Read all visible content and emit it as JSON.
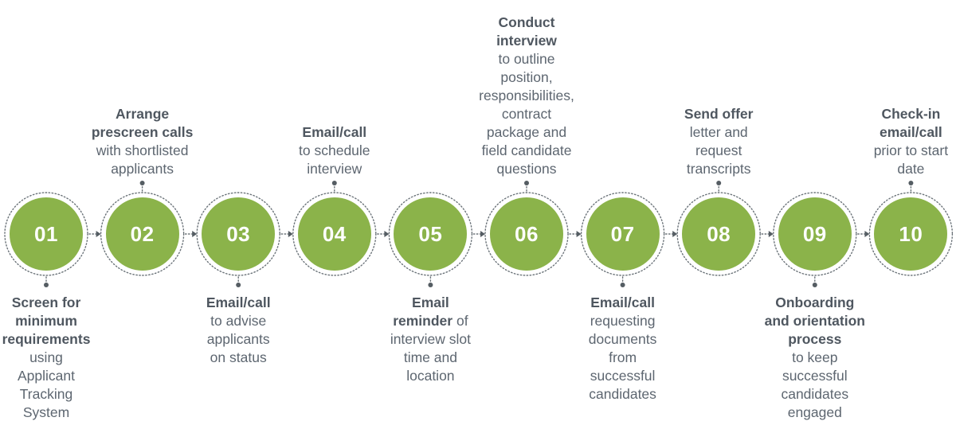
{
  "colors": {
    "node": "#8bb34a",
    "ring": "#6b7379",
    "text": "#5d6670",
    "bold": "#4f5760"
  },
  "steps": [
    {
      "num": "01",
      "pos": "below",
      "lines": [
        [
          {
            "b": "Screen for"
          }
        ],
        [
          {
            "b": "minimum"
          }
        ],
        [
          {
            "b": "requirements"
          }
        ],
        [
          {
            "t": "using"
          }
        ],
        [
          {
            "t": "Applicant"
          }
        ],
        [
          {
            "t": "Tracking"
          }
        ],
        [
          {
            "t": "System"
          }
        ]
      ]
    },
    {
      "num": "02",
      "pos": "above",
      "lines": [
        [
          {
            "b": "Arrange"
          }
        ],
        [
          {
            "b": "prescreen calls"
          }
        ],
        [
          {
            "t": "with shortlisted"
          }
        ],
        [
          {
            "t": "applicants"
          }
        ]
      ]
    },
    {
      "num": "03",
      "pos": "below",
      "lines": [
        [
          {
            "b": "Email/call"
          }
        ],
        [
          {
            "t": "to advise"
          }
        ],
        [
          {
            "t": "applicants"
          }
        ],
        [
          {
            "t": "on status"
          }
        ]
      ]
    },
    {
      "num": "04",
      "pos": "above",
      "lines": [
        [
          {
            "b": "Email/call"
          }
        ],
        [
          {
            "t": "to schedule"
          }
        ],
        [
          {
            "t": "interview"
          }
        ]
      ]
    },
    {
      "num": "05",
      "pos": "below",
      "lines": [
        [
          {
            "b": "Email"
          }
        ],
        [
          {
            "b": "reminder"
          },
          {
            "t": " of"
          }
        ],
        [
          {
            "t": "interview slot"
          }
        ],
        [
          {
            "t": "time and"
          }
        ],
        [
          {
            "t": "location"
          }
        ]
      ]
    },
    {
      "num": "06",
      "pos": "above",
      "lines": [
        [
          {
            "b": "Conduct"
          }
        ],
        [
          {
            "b": "interview"
          }
        ],
        [
          {
            "t": "to outline"
          }
        ],
        [
          {
            "t": "position,"
          }
        ],
        [
          {
            "t": "responsibilities,"
          }
        ],
        [
          {
            "t": "contract"
          }
        ],
        [
          {
            "t": "package and"
          }
        ],
        [
          {
            "t": "field candidate"
          }
        ],
        [
          {
            "t": "questions"
          }
        ]
      ]
    },
    {
      "num": "07",
      "pos": "below",
      "lines": [
        [
          {
            "b": "Email/call"
          }
        ],
        [
          {
            "t": "requesting"
          }
        ],
        [
          {
            "t": "documents"
          }
        ],
        [
          {
            "t": "from"
          }
        ],
        [
          {
            "t": "successful"
          }
        ],
        [
          {
            "t": "candidates"
          }
        ]
      ]
    },
    {
      "num": "08",
      "pos": "above",
      "lines": [
        [
          {
            "b": "Send offer"
          }
        ],
        [
          {
            "t": "letter and"
          }
        ],
        [
          {
            "t": "request"
          }
        ],
        [
          {
            "t": "transcripts"
          }
        ]
      ]
    },
    {
      "num": "09",
      "pos": "below",
      "lines": [
        [
          {
            "b": "Onboarding"
          }
        ],
        [
          {
            "b": "and orientation"
          }
        ],
        [
          {
            "b": "process"
          }
        ],
        [
          {
            "t": "to keep"
          }
        ],
        [
          {
            "t": "successful"
          }
        ],
        [
          {
            "t": "candidates"
          }
        ],
        [
          {
            "t": "engaged"
          }
        ]
      ]
    },
    {
      "num": "10",
      "pos": "above",
      "lines": [
        [
          {
            "b": "Check-in"
          }
        ],
        [
          {
            "b": "email/call"
          }
        ],
        [
          {
            "t": "prior to start"
          }
        ],
        [
          {
            "t": "date"
          }
        ]
      ]
    }
  ]
}
